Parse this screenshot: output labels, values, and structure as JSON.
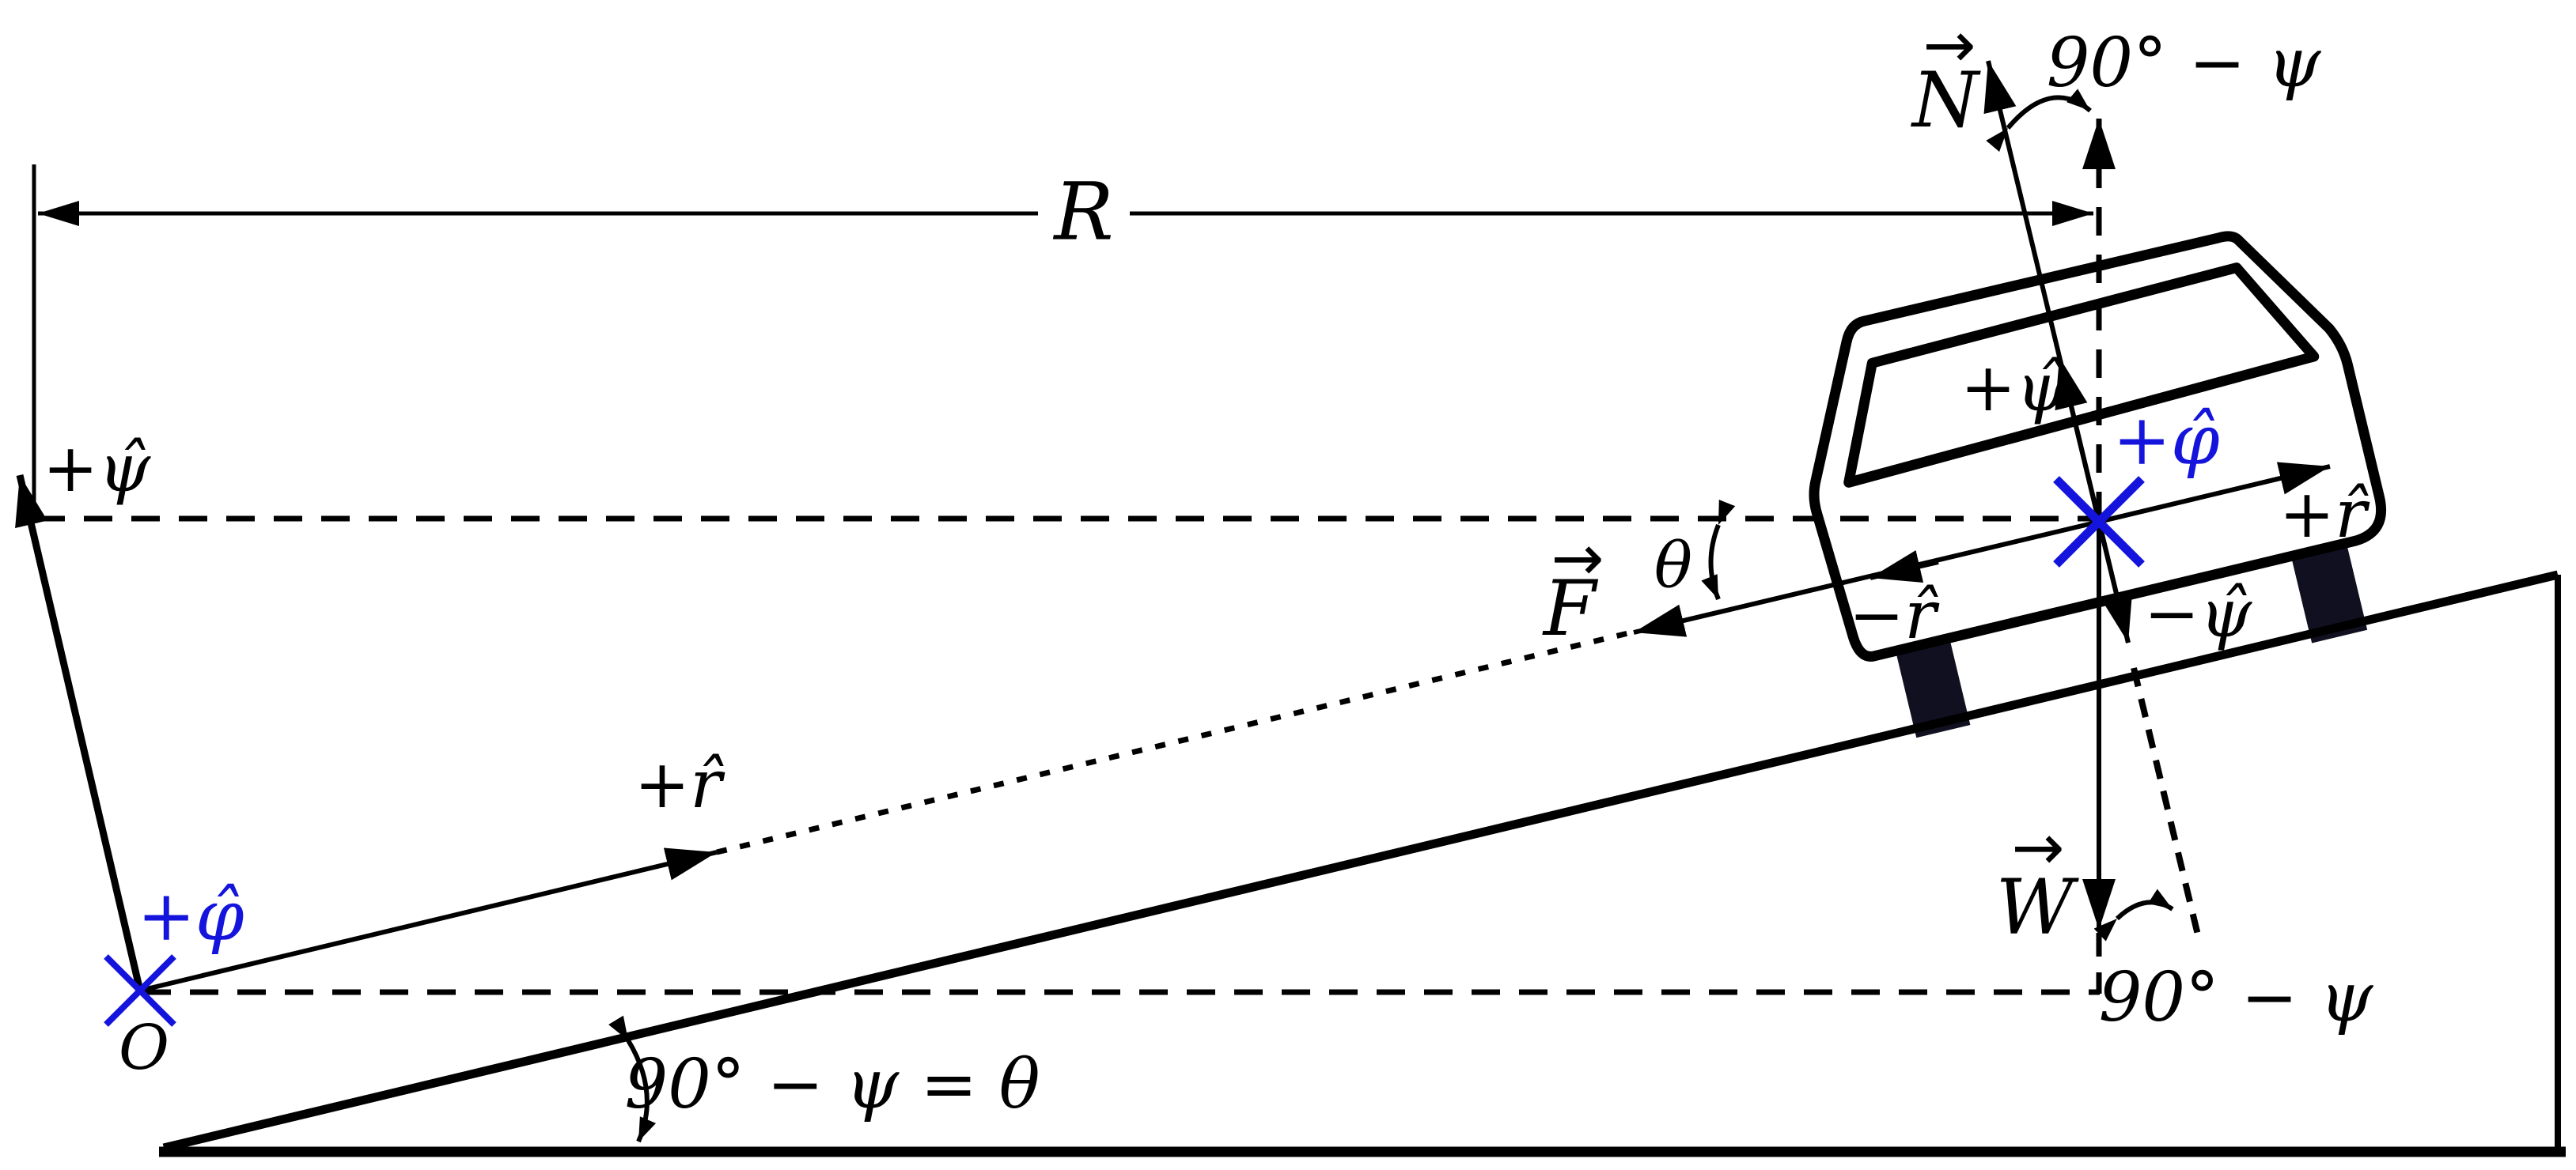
{
  "diagram": {
    "description_labels": {
      "radius": "R",
      "normal_letter": "N",
      "weight_letter": "W",
      "friction_letter": "F",
      "vector_arrow_glyph": "→",
      "angle_top": "90° − ψ",
      "angle_weight": "90° − ψ",
      "angle_incline": "90° − ψ = θ",
      "theta": "θ",
      "origin": "O",
      "plus_psi_left": "+ψ̂",
      "plus_phi_origin": "+φ̂",
      "plus_r_left": "+r̂",
      "plus_psi_car": "+ψ̂",
      "plus_phi_car": "+φ̂",
      "plus_r_car": "+r̂",
      "minus_r_car": "−r̂",
      "minus_psi_car": "−ψ̂"
    },
    "colors": {
      "line_black": "#000000",
      "accent_blue": "#1414dd",
      "wheel_fill": "#101020",
      "background": "#ffffff"
    }
  }
}
